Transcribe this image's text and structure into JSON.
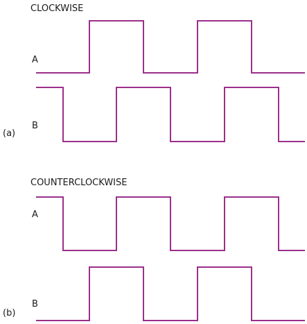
{
  "panel_a": {
    "heading": "CLOCKWISE",
    "tag": "(a)",
    "signal_a": {
      "label": "A",
      "levels": [
        0,
        0,
        1,
        0,
        1,
        0
      ]
    },
    "signal_b": {
      "label": "B",
      "levels": [
        1,
        0,
        1,
        0,
        1,
        0
      ]
    }
  },
  "panel_b": {
    "heading": "COUNTERCLOCKWISE",
    "tag": "(b)",
    "signal_a": {
      "label": "A",
      "levels": [
        1,
        0,
        1,
        0,
        1,
        0
      ]
    },
    "signal_b": {
      "label": "B",
      "levels": [
        0,
        0,
        1,
        0,
        1,
        0
      ]
    }
  },
  "colors": {
    "waveform": "#9b2f8a",
    "text": "#1a1a1a"
  }
}
